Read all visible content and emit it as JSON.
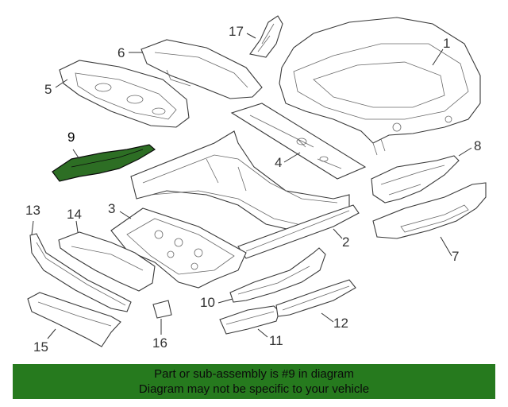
{
  "callouts": [
    {
      "id": "1",
      "label": "1"
    },
    {
      "id": "2",
      "label": "2"
    },
    {
      "id": "3",
      "label": "3"
    },
    {
      "id": "4",
      "label": "4"
    },
    {
      "id": "5",
      "label": "5"
    },
    {
      "id": "6",
      "label": "6"
    },
    {
      "id": "7",
      "label": "7"
    },
    {
      "id": "8",
      "label": "8"
    },
    {
      "id": "9",
      "label": "9"
    },
    {
      "id": "10",
      "label": "10"
    },
    {
      "id": "11",
      "label": "11"
    },
    {
      "id": "12",
      "label": "12"
    },
    {
      "id": "13",
      "label": "13"
    },
    {
      "id": "14",
      "label": "14"
    },
    {
      "id": "15",
      "label": "15"
    },
    {
      "id": "16",
      "label": "16"
    },
    {
      "id": "17",
      "label": "17"
    }
  ],
  "highlight": {
    "part": "9",
    "color": "#2d6e24"
  },
  "banner": {
    "line1": "Part or sub-assembly is #9 in diagram",
    "line2": "Diagram may not be specific to your vehicle",
    "background": "#267a1e"
  }
}
